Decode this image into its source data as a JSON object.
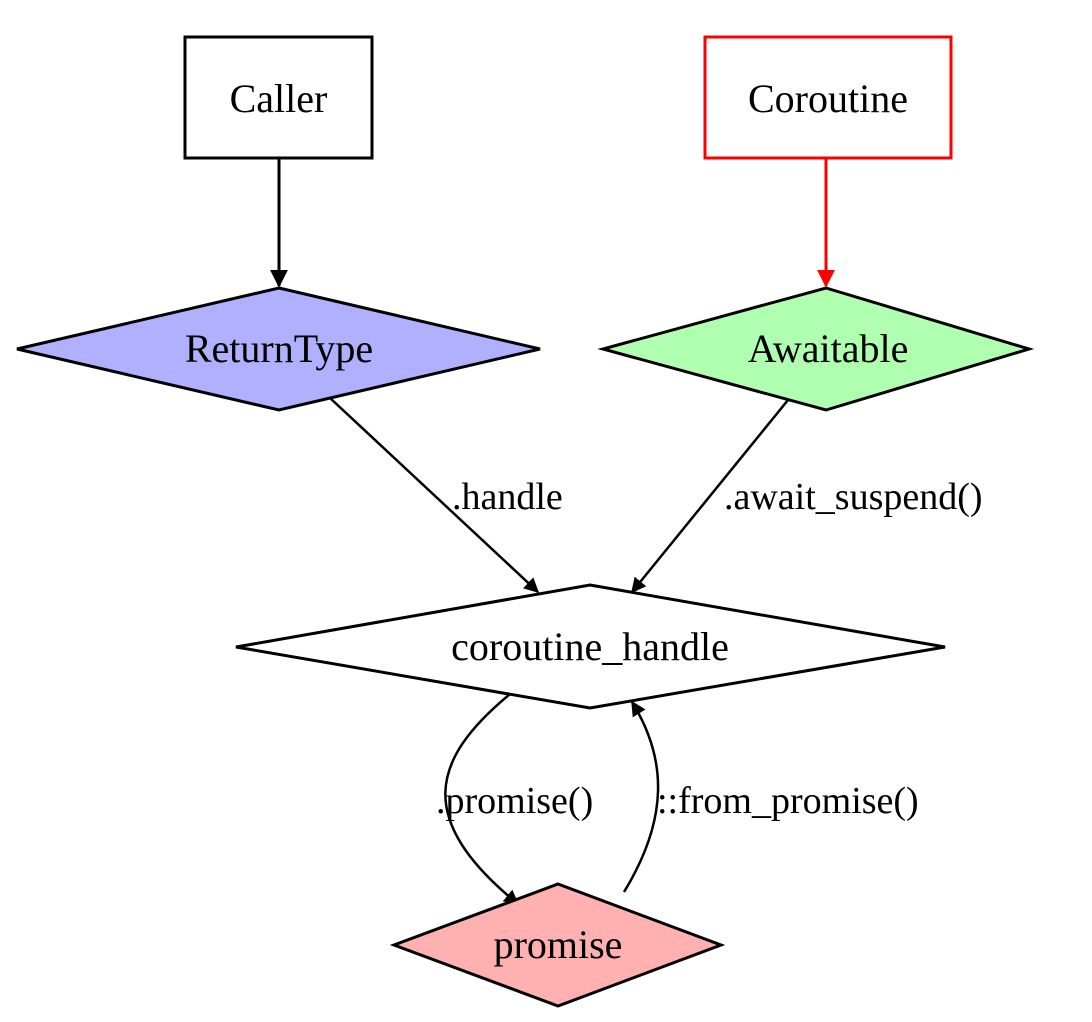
{
  "diagram": {
    "type": "directed-graph",
    "nodes": [
      {
        "id": "caller",
        "label": "Caller",
        "shape": "box",
        "fill": "#ffffff",
        "stroke": "#000000"
      },
      {
        "id": "coroutine",
        "label": "Coroutine",
        "shape": "box",
        "fill": "#ffffff",
        "stroke": "#ff0000"
      },
      {
        "id": "returntype",
        "label": "ReturnType",
        "shape": "diamond",
        "fill": "#b0b0ff",
        "stroke": "#000000"
      },
      {
        "id": "awaitable",
        "label": "Awaitable",
        "shape": "diamond",
        "fill": "#b0ffb0",
        "stroke": "#000000"
      },
      {
        "id": "coroutine_handle",
        "label": "coroutine_handle",
        "shape": "diamond",
        "fill": "#ffffff",
        "stroke": "#000000"
      },
      {
        "id": "promise",
        "label": "promise",
        "shape": "diamond",
        "fill": "#ffb0b0",
        "stroke": "#000000"
      }
    ],
    "edges": [
      {
        "from": "caller",
        "to": "returntype",
        "label": "",
        "color": "#000000"
      },
      {
        "from": "coroutine",
        "to": "awaitable",
        "label": "",
        "color": "#ff0000"
      },
      {
        "from": "returntype",
        "to": "coroutine_handle",
        "label": ".handle",
        "color": "#000000"
      },
      {
        "from": "awaitable",
        "to": "coroutine_handle",
        "label": ".await_suspend()",
        "color": "#000000"
      },
      {
        "from": "coroutine_handle",
        "to": "promise",
        "label": ".promise()",
        "color": "#000000"
      },
      {
        "from": "promise",
        "to": "coroutine_handle",
        "label": "::from_promise()",
        "color": "#000000"
      }
    ]
  }
}
